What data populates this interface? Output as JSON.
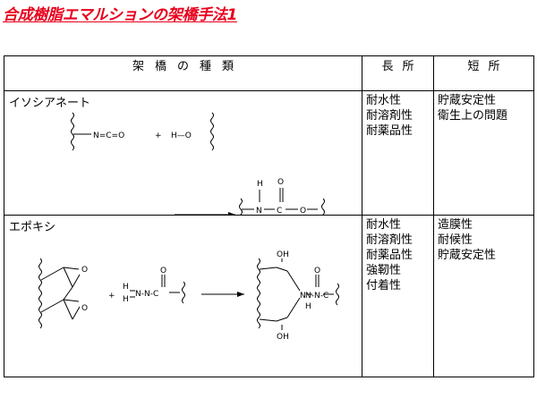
{
  "title": "合成樹脂エマルションの架橋手法1",
  "table": {
    "headers": {
      "method": "架橋の種類",
      "pros": "長所",
      "cons": "短所"
    },
    "rows": [
      {
        "method": "イソシアネート",
        "pros": [
          "耐水性",
          "耐溶剤性",
          "耐薬品性"
        ],
        "cons": [
          "貯蔵安定性",
          "衛生上の問題"
        ],
        "scheme": {
          "reactant1": "N=C=O",
          "plus": "+",
          "reactant2": "H—O",
          "product_h": "H",
          "product_n": "N",
          "product_o_top": "O",
          "product_c": "C",
          "product_o": "O"
        }
      },
      {
        "method": "エポキシ",
        "pros": [
          "耐水性",
          "耐溶剤性",
          "耐薬品性",
          "強靭性",
          "付着性"
        ],
        "cons": [
          "造膜性",
          "耐候性",
          "貯蔵安定性"
        ],
        "scheme": {
          "epoxide_o1": "O",
          "epoxide_o2": "O",
          "plus": "+",
          "hydrazide_h1": "H",
          "hydrazide_h2": "H",
          "hydrazide_nn": "N-N-C",
          "hydrazide_o": "O",
          "product_oh_top": "OH",
          "product_oh_bottom": "OH",
          "product_n": "N",
          "product_nh": "N-N-C",
          "product_h": "H",
          "product_o": "O"
        }
      }
    ]
  }
}
